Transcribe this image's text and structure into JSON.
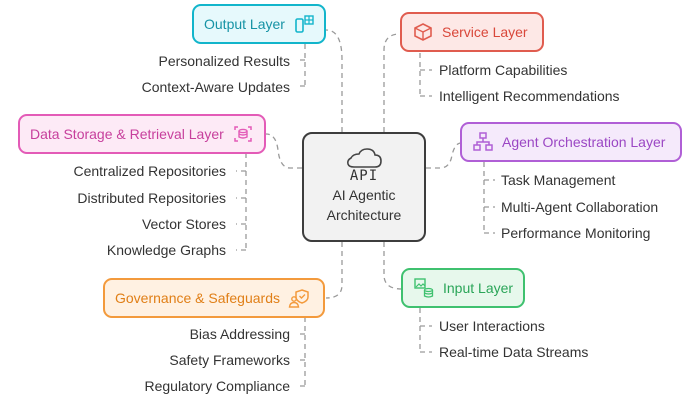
{
  "center": {
    "api_text": "API",
    "title_line1": "AI Agentic",
    "title_line2": "Architecture"
  },
  "layers": {
    "output": {
      "title": "Output Layer",
      "color": "#12b5cb",
      "fill": "#e6f9fc",
      "text_color": "#1693a5",
      "icon": "phone-grid-icon",
      "items": [
        "Personalized Results",
        "Context-Aware Updates"
      ]
    },
    "service": {
      "title": "Service Layer",
      "color": "#e05c4f",
      "fill": "#fde8e6",
      "text_color": "#d9473a",
      "icon": "cube-icon",
      "items": [
        "Platform Capabilities",
        "Intelligent Recommendations"
      ]
    },
    "data_storage": {
      "title": "Data Storage & Retrieval Layer",
      "color": "#e35bb7",
      "fill": "#fdeaf6",
      "text_color": "#c73f9c",
      "icon": "database-scan-icon",
      "items": [
        "Centralized Repositories",
        "Distributed Repositories",
        "Vector Stores",
        "Knowledge Graphs"
      ]
    },
    "agent": {
      "title": "Agent Orchestration Layer",
      "color": "#b05fd6",
      "fill": "#f5eafb",
      "text_color": "#9b47c4",
      "icon": "hierarchy-icon",
      "items": [
        "Task Management",
        "Multi-Agent Collaboration",
        "Performance Monitoring"
      ]
    },
    "governance": {
      "title": "Governance & Safeguards",
      "color": "#f39a3c",
      "fill": "#fff1e2",
      "text_color": "#e07f17",
      "icon": "shield-person-icon",
      "items": [
        "Bias Addressing",
        "Safety Frameworks",
        "Regulatory Compliance"
      ]
    },
    "input": {
      "title": "Input Layer",
      "color": "#3fc16f",
      "fill": "#e7f8ec",
      "text_color": "#2aa558",
      "icon": "image-database-icon",
      "items": [
        "User Interactions",
        "Real-time Data Streams"
      ]
    }
  }
}
